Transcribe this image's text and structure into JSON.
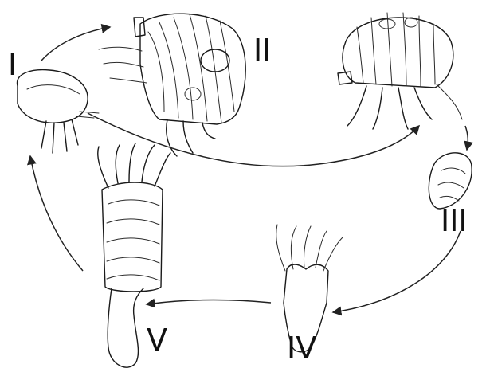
{
  "stage_labels": {
    "i": "I",
    "ii": "II",
    "iii": "III",
    "iv": "IV",
    "v": "V"
  },
  "colors": {
    "ink": "#1a1a1a",
    "background": "#ffffff"
  }
}
